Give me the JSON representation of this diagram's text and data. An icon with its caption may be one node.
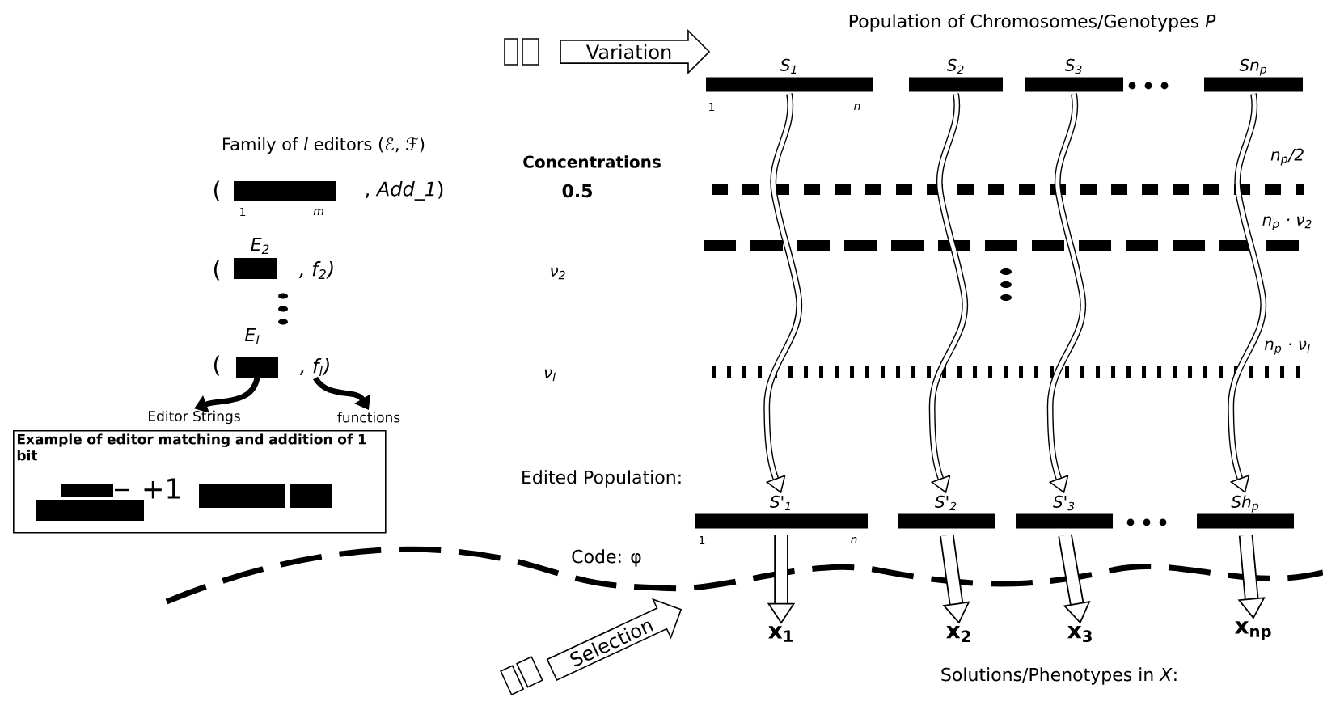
{
  "diagram": {
    "nodes": [
      {
        "text": [
          "Variation"
        ]
      },
      {
        "text": [
          "S$_{1}$"
        ],
        "beside": [
          "1",
          "n"
        ]
      },
      {
        "text": [
          "S$_{2}$"
        ]
      },
      {
        "text": [
          "S$_{3}$"
        ]
      },
      {
        "text": [
          "Sn$_{p}$"
        ]
      },
      {
        "text": [],
        "shape": "bar",
        "beside": [
          "1",
          "m"
        ]
      },
      {
        "text": [],
        "shape": "bar",
        "beside": [
          "E$_{2}$"
        ]
      },
      {
        "text": [],
        "shape": "bar",
        "beside": [
          "E$_{l}$"
        ]
      },
      {
        "text": [
          ", f$_{l}$)"
        ]
      },
      {
        "text": [
          "Editor Strings"
        ]
      },
      {
        "text": [
          "functions"
        ]
      },
      {
        "text": [
          "Example of editor matching and addition of 1 bit",
          "+1"
        ]
      },
      {
        "text": [
          "S'$_{1}$"
        ],
        "beside": [
          "1",
          "n"
        ]
      },
      {
        "text": [
          "S'$_{2}$"
        ]
      },
      {
        "text": [
          "S'$_{3}$"
        ]
      },
      {
        "text": [
          "Sh$_{p}$"
        ]
      },
      {
        "text": [
          "Selection"
        ]
      },
      {
        "text": [
          "x$_{1}$"
        ]
      },
      {
        "text": [
          "x$_{2}$"
        ]
      },
      {
        "text": [
          "x$_{3}$"
        ]
      },
      {
        "text": [
          "x$_{np}$"
        ]
      }
    ],
    "edges": [
      {
        "from": 1,
        "to": 12,
        "arrow": "to"
      },
      {
        "from": 2,
        "to": 13,
        "arrow": "to"
      },
      {
        "from": 3,
        "to": 14,
        "arrow": "to"
      },
      {
        "from": 4,
        "to": 15,
        "arrow": "to"
      },
      {
        "from": 7,
        "to": 9,
        "arrow": "to"
      },
      {
        "from": 8,
        "to": 10,
        "arrow": "to"
      },
      {
        "from": 12,
        "to": 17,
        "arrow": "to",
        "style": "thick"
      },
      {
        "from": 13,
        "to": 18,
        "arrow": "to",
        "style": "thick"
      },
      {
        "from": 14,
        "to": 19,
        "arrow": "to",
        "style": "thick"
      },
      {
        "from": 15,
        "to": 20,
        "arrow": "to",
        "style": "thick"
      }
    ],
    "labels": [
      "Population of Chromosomes/Genotypes *P*",
      "Family of *l* editors (ℰ, ℱ)",
      "Concentrations",
      "0.5",
      "n$_{p}$/2",
      "(",
      ", *Add_1*)",
      "ν$_{2}$",
      "n$_{p}$ · ν$_{2}$",
      "(",
      ", f$_{2}$)",
      "n$_{p}$ · ν$_{l}$",
      "(",
      "ν$_{l}$",
      "Edited Population:",
      "Code: φ",
      "Solutions/Phenotypes in *X*:"
    ]
  }
}
